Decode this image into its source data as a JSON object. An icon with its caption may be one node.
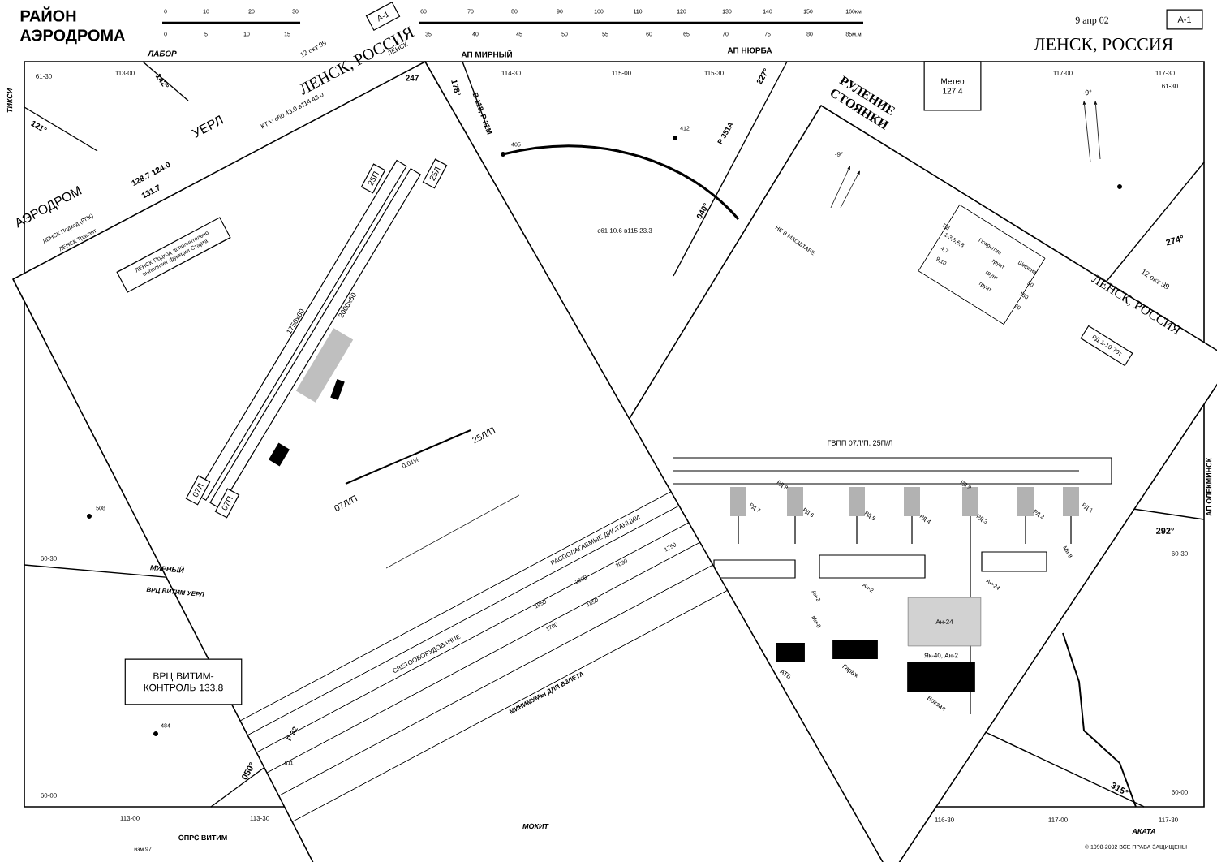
{
  "diagram": {
    "title": "РАЙОН АЭРОДРОМА",
    "nodes": [
      {
        "text": [
          "ВРЦ ВИТИМ-КОНТРОЛЬ 133.8"
        ]
      },
      {
        "text": [
          "Метео",
          "127.4"
        ]
      },
      {
        "text": [
          "А-1"
        ]
      },
      {
        "text": [
          "А-1"
        ]
      },
      {
        "text": [
          "25П"
        ]
      },
      {
        "text": [
          "25Л"
        ]
      },
      {
        "text": [
          "07Л"
        ]
      },
      {
        "text": [
          "07П"
        ]
      },
      {
        "text": [
          "РД 1-10 70т"
        ]
      },
      {
        "text": [
          "ЛЕНСК Подход дополнительно выполняет функции Старта"
        ]
      },
      {
        "text": [
          "Ан-24"
        ]
      },
      {
        "text": [],
        "shape": "box",
        "beside": [
          "АТБ"
        ]
      },
      {
        "text": [],
        "shape": "box",
        "beside": [
          "Гараж"
        ]
      },
      {
        "text": [],
        "shape": "box",
        "beside": [
          "Вокзал"
        ]
      }
    ],
    "labels": [
      "0",
      "10",
      "20",
      "30",
      "60",
      "70",
      "80",
      "90",
      "100",
      "110",
      "120",
      "130",
      "140",
      "150",
      "160км",
      "0",
      "5",
      "10",
      "15",
      "35",
      "40",
      "45",
      "50",
      "55",
      "60",
      "65",
      "70",
      "75",
      "80",
      "85м.м",
      "ЛАБОР",
      "113-00",
      "142°",
      "ТИКСИ",
      "61-30",
      "121°",
      "АП МИРНЫЙ",
      "178°",
      "114-30",
      "В 118, Р 22М",
      "115-00",
      "405",
      "АП НЮРБА",
      "115-30",
      "227°",
      "Р 351А",
      "412",
      "040°",
      "с61 10.6 в115 23.3",
      "117-00",
      "117-30",
      "61-30",
      "-9°",
      "-9°",
      "НЕ В МАСШТАБЕ",
      "9 апр 02",
      "ЛЕНСК, РОССИЯ",
      "274°",
      "12 окт 99",
      "ЛЕНСК, РОССИЯ",
      "РУЛЕНИЕ СТОЯНКИ",
      "АП ОЛЕКМИНСК",
      "292°",
      "60-30",
      "60-00",
      "116-30",
      "117-00",
      "117-30",
      "315°",
      "АКАТА",
      "© 1998-2002 ВСЕ ПРАВА ЗАЩИЩЕНЫ",
      "508",
      "60-30",
      "МИРНЫЙ",
      "ВРЦ ВИТИМ УЕРЛ",
      "484",
      "Р 32",
      "511",
      "050°",
      "60-00",
      "113-00",
      "113-30",
      "ОПРС ВИТИМ",
      "изм 97",
      "МОКИТ",
      "АЭРОДРОМ",
      "ЛЕНСК Подход (РПК)",
      "ЛЕНСК Транзит",
      "128.7 124.0",
      "131.7",
      "УЕРЛ",
      "12 окт 99",
      "ЛЕНСК, РОССИЯ",
      "ЛЕНСК",
      "247",
      "КТА: с60 43.0 в114 43.0",
      "1750х60",
      "2000х60",
      "25Л/П",
      "0.01%",
      "07Л/П",
      "СВЕТООБОРУДОВАНИЕ",
      "РАСПОЛАГАЕМЫЕ ДИСТАНЦИИ",
      "МИНИМУМЫ ДЛЯ ВЗЛЕТА",
      "1950",
      "1700",
      "2000",
      "1850",
      "2030",
      "1750",
      "ГВПП 07Л/П, 25П/Л",
      "РД 8",
      "РД 9",
      "РД 7",
      "РД 6",
      "РД 5",
      "РД 4",
      "РД 3",
      "РД 2",
      "РД 1",
      "Ан-2",
      "Ан-24",
      "Ми-8",
      "Ан-2",
      "Ми-8",
      "Як-40, Ан-2",
      "РД",
      "1-3,5,6,8",
      "4,7",
      "9,10",
      "Покрытие",
      "грунт",
      "грунт",
      "грунт",
      "Ширина",
      "50",
      "150",
      "70"
    ]
  }
}
